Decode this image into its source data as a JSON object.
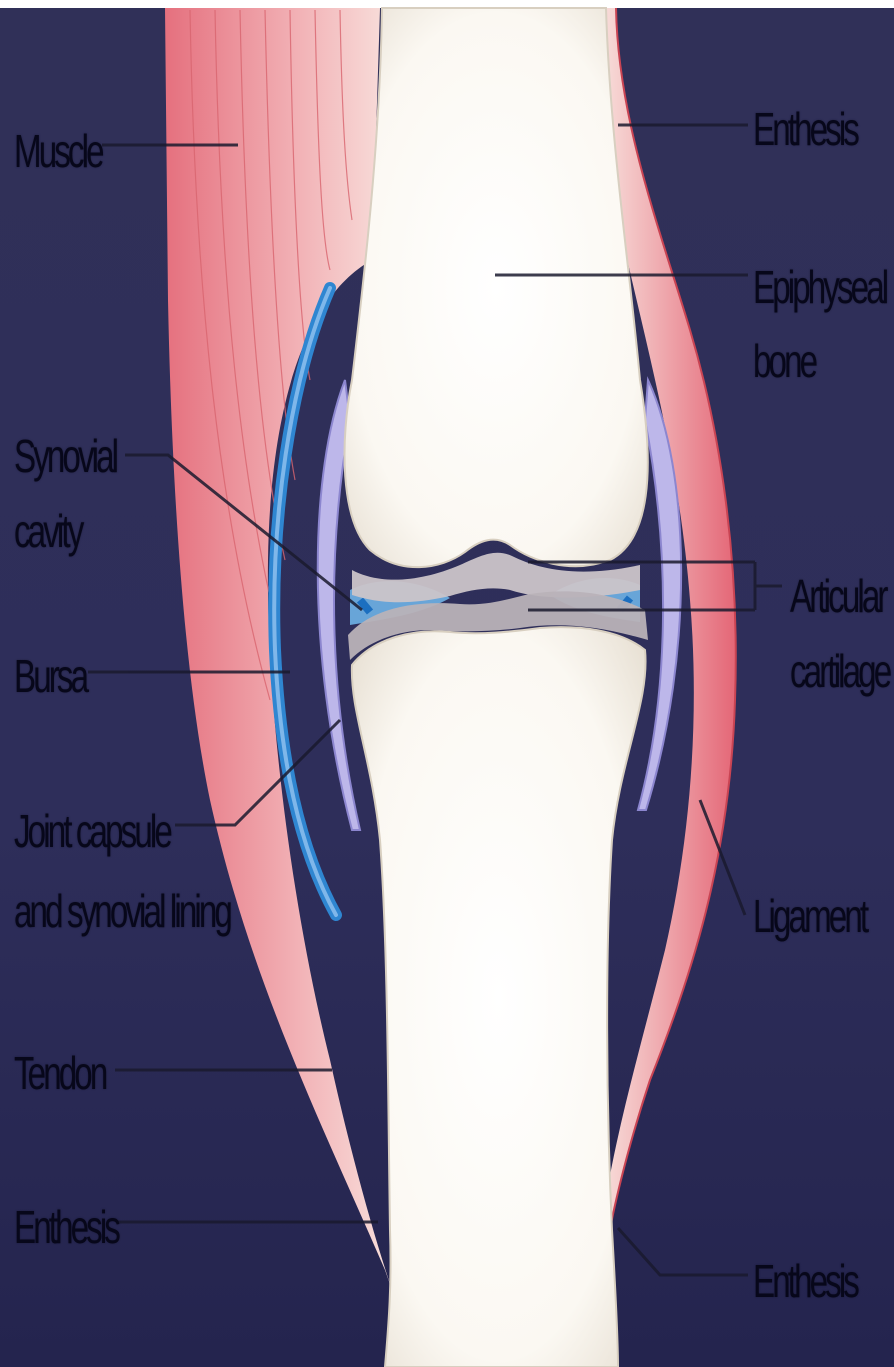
{
  "colors": {
    "background": "#2c2c52",
    "bone": "#fbf8f2",
    "bone_shade": "#e9e2d6",
    "muscle": "#e9707d",
    "muscle_light": "#f6d2d2",
    "bursa": "#2f86d1",
    "capsule": "#b9b3e6",
    "cartilage": "#c9c3c8",
    "label_text": "#07071a",
    "leader_line": "#1a1a2e"
  },
  "labels": {
    "muscle": "Muscle",
    "enthesis_top_right": "Enthesis",
    "epiphyseal_bone_line1": "Epiphyseal",
    "epiphyseal_bone_line2": "bone",
    "synovial_cavity_line1": "Synovial",
    "synovial_cavity_line2": "cavity",
    "articular_cartilage_line1": "Articular",
    "articular_cartilage_line2": "cartilage",
    "bursa": "Bursa",
    "joint_capsule_line1": "Joint capsule",
    "joint_capsule_line2": "and synovial lining",
    "ligament": "Ligament",
    "tendon": "Tendon",
    "enthesis_bottom_left": "Enthesis",
    "enthesis_bottom_right": "Enthesis"
  }
}
